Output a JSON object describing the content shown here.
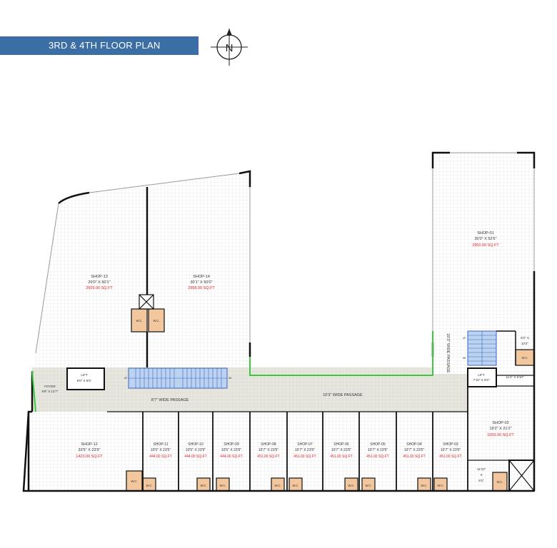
{
  "header": {
    "title": "3RD & 4TH FLOOR PLAN",
    "north_label": "N",
    "compass_icon": "north-compass-icon"
  },
  "colors": {
    "banner": "#3a6ea5",
    "area_text": "#e8202a",
    "wc_fill": "#f2c79e",
    "stair_fill": "#bcd3f0",
    "passage_fill": "#e4e4dc",
    "open_edge": "#3cc83c",
    "wall": "#111111"
  },
  "shops": {
    "s13": {
      "name": "SHOP-13",
      "dims": "29'0\" X 50'1\"",
      "area": "2609.00 SQ.FT"
    },
    "s14": {
      "name": "SHOP-14",
      "dims": "30'1\" X 50'0\"",
      "area": "2998.00 SQ.FT"
    },
    "s01": {
      "name": "SHOP-01",
      "dims": "30'0\" X 52'6\"",
      "area": "2950.00 SQ.FT"
    },
    "s02": {
      "name": "SHOP-02",
      "dims": "19'2\" X 21'2\"",
      "area": "1059.00 SQ.FT"
    },
    "s12": {
      "name": "SHOP-12",
      "dims": "33'5\" X 23'9\"",
      "area": "1423.00 SQ.FT"
    },
    "s11": {
      "name": "SHOP-11",
      "dims": "10'5\" X 23'5\"",
      "area": "444.00 SQ.FT"
    },
    "s10": {
      "name": "SHOP-10",
      "dims": "10'5\" X 23'5\"",
      "area": "444.00 SQ.FT"
    },
    "s09": {
      "name": "SHOP-09",
      "dims": "10'5\" X 23'5\"",
      "area": "444.00 SQ.FT"
    },
    "s08": {
      "name": "SHOP-08",
      "dims": "10'7\" X 23'5\"",
      "area": "451.00 SQ.FT"
    },
    "s07": {
      "name": "SHOP-07",
      "dims": "10'7\" X 23'5\"",
      "area": "451.00 SQ.FT"
    },
    "s06": {
      "name": "SHOP-06",
      "dims": "10'7\" X 23'5\"",
      "area": "451.00 SQ.FT"
    },
    "s05": {
      "name": "SHOP-05",
      "dims": "10'7\" X 23'5\"",
      "area": "451.00 SQ.FT"
    },
    "s04": {
      "name": "SHOP-04",
      "dims": "10'7\" X 23'5\"",
      "area": "451.00 SQ.FT"
    },
    "s03": {
      "name": "SHOP-03",
      "dims": "10'7\" X 23'5\"",
      "area": "451.00 SQ.FT"
    }
  },
  "labels": {
    "wc": "W.C.",
    "passage_left": "8'7\" WIDE PASSAGE",
    "passage_mid": "10'3\" WIDE PASSAGE",
    "passage_right": "10'3\" WIDE PASSAGE",
    "lift": "LIFT",
    "lift_left_dims": "8'0\" X 5'5\"",
    "lift_right_dims": "7'10\" X 5'5\"",
    "foyer": "FOYER",
    "foyer_dims": "8'9\" X 12'7\"",
    "room_6_0": "6'0\" X",
    "room_6_0_b": "10'2\"",
    "room_11_4": "11'4\" X 5'10\"",
    "room_11_10_a": "11'10\"",
    "room_11_10_b": "X",
    "room_11_10_c": "9'2\"",
    "stair_up": "UP",
    "stair_dn": "DN"
  }
}
